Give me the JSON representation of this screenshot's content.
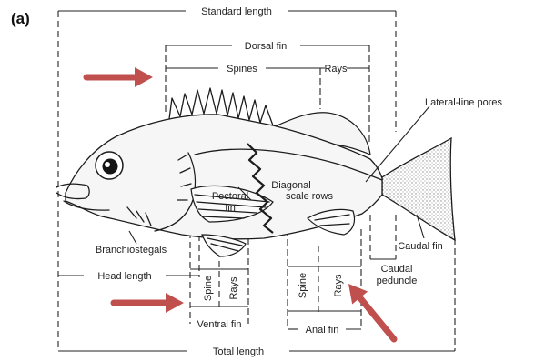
{
  "figure": {
    "panel_label": "(a)",
    "labels": {
      "standard_length": "Standard length",
      "dorsal_fin": "Dorsal fin",
      "spines_top": "Spines",
      "rays_top": "Rays",
      "lateral_line_pores": "Lateral-line pores",
      "pectoral_fin_line1": "Pectoral",
      "pectoral_fin_line2": "fin",
      "diagonal_line1": "Diagonal",
      "diagonal_line2": "scale rows",
      "branchiostegals": "Branchiostegals",
      "caudal_fin": "Caudal fin",
      "head_length": "Head length",
      "spine_ventral": "Spine",
      "rays_ventral": "Rays",
      "spine_anal": "Spine",
      "rays_anal": "Rays",
      "caudal_peduncle_line1": "Caudal",
      "caudal_peduncle_line2": "peduncle",
      "ventral_fin": "Ventral fin",
      "anal_fin": "Anal fin",
      "total_length": "Total length"
    },
    "colors": {
      "arrow": "#c0504d",
      "ink": "#222222",
      "fish_fill": "#f3f3f3",
      "stipple": "#9a9a9a"
    },
    "arrows": [
      "arrow-to-spines",
      "arrow-to-ventral-spine",
      "arrow-to-anal-rays"
    ]
  }
}
